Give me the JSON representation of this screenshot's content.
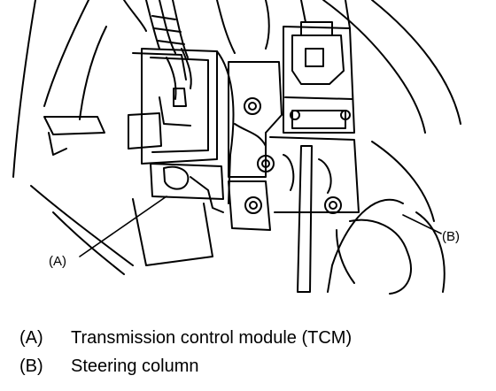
{
  "diagram": {
    "callouts": [
      {
        "id": "A",
        "label": "(A)"
      },
      {
        "id": "B",
        "label": "(B)"
      }
    ]
  },
  "legend": [
    {
      "key": "(A)",
      "text": "Transmission control module (TCM)"
    },
    {
      "key": "(B)",
      "text": "Steering column"
    }
  ]
}
